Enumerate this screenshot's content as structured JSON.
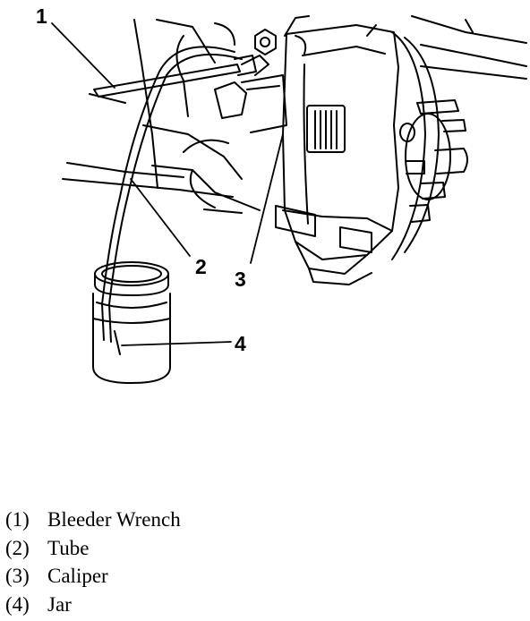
{
  "callouts": {
    "c1": "1",
    "c2": "2",
    "c3": "3",
    "c4": "4"
  },
  "legend": [
    {
      "num": "(1)",
      "label": "Bleeder Wrench"
    },
    {
      "num": "(2)",
      "label": "Tube"
    },
    {
      "num": "(3)",
      "label": "Caliper"
    },
    {
      "num": "(4)",
      "label": "Jar"
    }
  ]
}
